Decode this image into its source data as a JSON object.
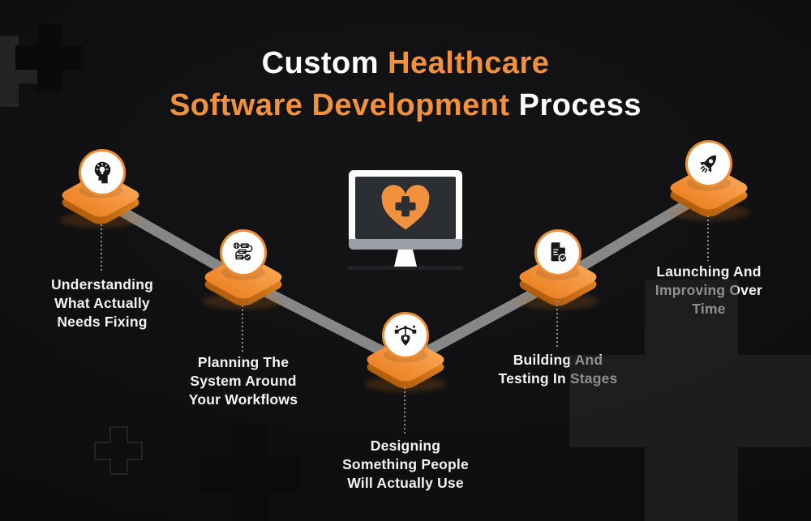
{
  "title": {
    "part1": "Custom",
    "part2": "Healthcare",
    "part3": "Software Development",
    "part4": "Process"
  },
  "colors": {
    "background": "#0F0F10",
    "accent_orange": "#F0913E",
    "platform_orange_top": "#F2913B",
    "platform_orange_side": "#C96F1A",
    "circle_ring": "#EE8C32",
    "connector_gray": "#878787",
    "text_white": "#F3F3F3",
    "dimmed_text_gray": "#969696",
    "monitor_screen_dark": "#2B2E33",
    "monitor_strip_gray": "#9AA0A6",
    "icon_black": "#171717"
  },
  "center_graphic": {
    "icon": "monitor-heart-plus-icon",
    "description_icons": [
      "monitor-icon",
      "heart-icon",
      "medical-plus-icon"
    ]
  },
  "steps": [
    {
      "id": 1,
      "icon": "head-lightbulb-icon",
      "lines": [
        "Understanding",
        "What Actually",
        "Needs Fixing"
      ]
    },
    {
      "id": 2,
      "icon": "workflow-gear-check-icon",
      "lines": [
        "Planning The",
        "System Around",
        "Your Workflows"
      ]
    },
    {
      "id": 3,
      "icon": "pen-tool-icon",
      "lines": [
        "Designing",
        "Something People",
        "Will Actually Use"
      ]
    },
    {
      "id": 4,
      "icon": "document-check-icon",
      "lines": [
        "Building And",
        "Testing In Stages"
      ]
    },
    {
      "id": 5,
      "icon": "rocket-icon",
      "lines": [
        "Launching And",
        "Improving Over",
        "Time"
      ]
    }
  ],
  "decorations": {
    "motif": "plus-cross-shapes",
    "count_visible": 5
  }
}
